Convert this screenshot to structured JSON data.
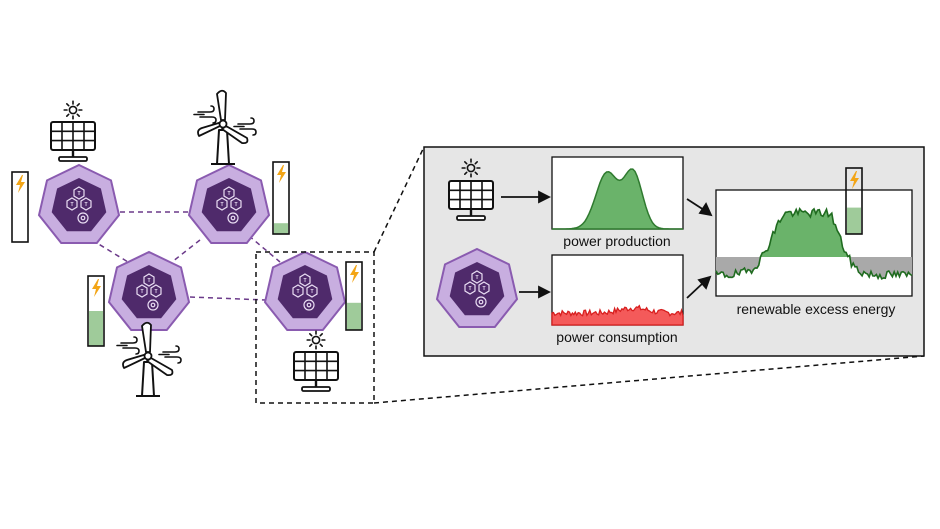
{
  "labels": {
    "production": "power production",
    "consumption": "power consumption",
    "excess": "renewable excess energy"
  },
  "icons": {
    "solar_panel": "solar-panel-icon",
    "wind_turbine": "wind-turbine-icon",
    "node": "kubernetes-node-icon",
    "battery": "battery-icon",
    "bolt": "lightning-bolt-icon",
    "sun": "sun-icon"
  },
  "batteries": [
    {
      "id": "left",
      "level": 0.0
    },
    {
      "id": "top",
      "level": 0.15
    },
    {
      "id": "middle",
      "level": 0.5
    },
    {
      "id": "right",
      "level": 0.4
    },
    {
      "id": "panel",
      "level": 0.4
    }
  ],
  "colors": {
    "node_outer": "#c8aee0",
    "node_inner": "#4f2a6b",
    "link": "#6b3a8a",
    "battery_fill": "#9fcb9a",
    "bolt": "#f3a516",
    "production_fill": "#6ab36a",
    "production_line": "#2f7a2f",
    "consumption_fill": "#f45a5a",
    "consumption_line": "#d81f1f",
    "excess_pos": "#6ab36a",
    "excess_neg": "#a9a9a9",
    "excess_line": "#1f6b1f",
    "panel_bg": "#e6e6e6"
  }
}
